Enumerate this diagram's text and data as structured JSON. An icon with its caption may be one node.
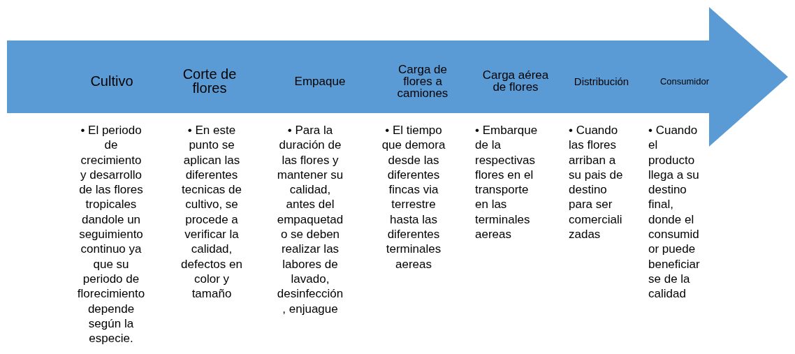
{
  "diagram": {
    "nodes": [
      {
        "text": [],
        "shape": "arrow"
      },
      {
        "text": [
          "Cultivo"
        ],
        "in": 0,
        "beside": [
          "• El periodo de crecimiento y desarrollo de las flores tropicales dandole un seguimiento continuo ya que su periodo de florecimiento depende según la especie."
        ]
      },
      {
        "text": [
          "Corte de flores"
        ],
        "in": 0,
        "beside": [
          "• En este punto se aplican las diferentes tecnicas de cultivo, se procede a verificar la calidad, defectos en color y tamaño"
        ]
      },
      {
        "text": [
          "Empaque"
        ],
        "in": 0,
        "beside": [
          "•  Para la duración de las flores y mantener su calidad, antes del empaquetado se deben realizar las labores de lavado, desinfección, enjuague"
        ]
      },
      {
        "text": [
          "Carga de flores a camiones"
        ],
        "in": 0,
        "beside": [
          "• El tiempo que demora desde las diferentes fincas via terrestre hasta las diferentes terminales aereas"
        ]
      },
      {
        "text": [
          "Carga aérea de flores"
        ],
        "in": 0,
        "beside": [
          "• Embarque de la respectivas flores en el transporte en las terminales aereas"
        ]
      },
      {
        "text": [
          "Distribución"
        ],
        "in": 0,
        "beside": [
          "• Cuando las flores arriban a su pais de destino para ser comercializadas"
        ]
      },
      {
        "text": [
          "Consumidor"
        ],
        "in": 0,
        "beside": [
          "• Cuando el producto llega a su destino final, donde el consumidor puede beneficiarse de la calidad"
        ]
      }
    ],
    "edges": []
  }
}
